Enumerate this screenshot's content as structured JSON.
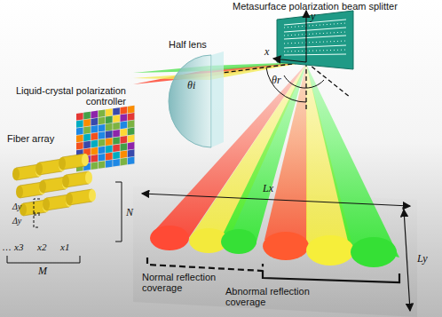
{
  "diagram": {
    "labels": [
      "Metasurface polarization beam splitter",
      "y",
      "x",
      "Half lens",
      "θi",
      "θr",
      "Liquid-crystal polarization controller",
      "Fiber array",
      "Δy",
      "Δy",
      "N",
      "…",
      "x3",
      "x2",
      "x1",
      "M",
      "Lx",
      "Ly",
      "Normal reflection coverage",
      "Abnormal reflection coverage"
    ]
  }
}
